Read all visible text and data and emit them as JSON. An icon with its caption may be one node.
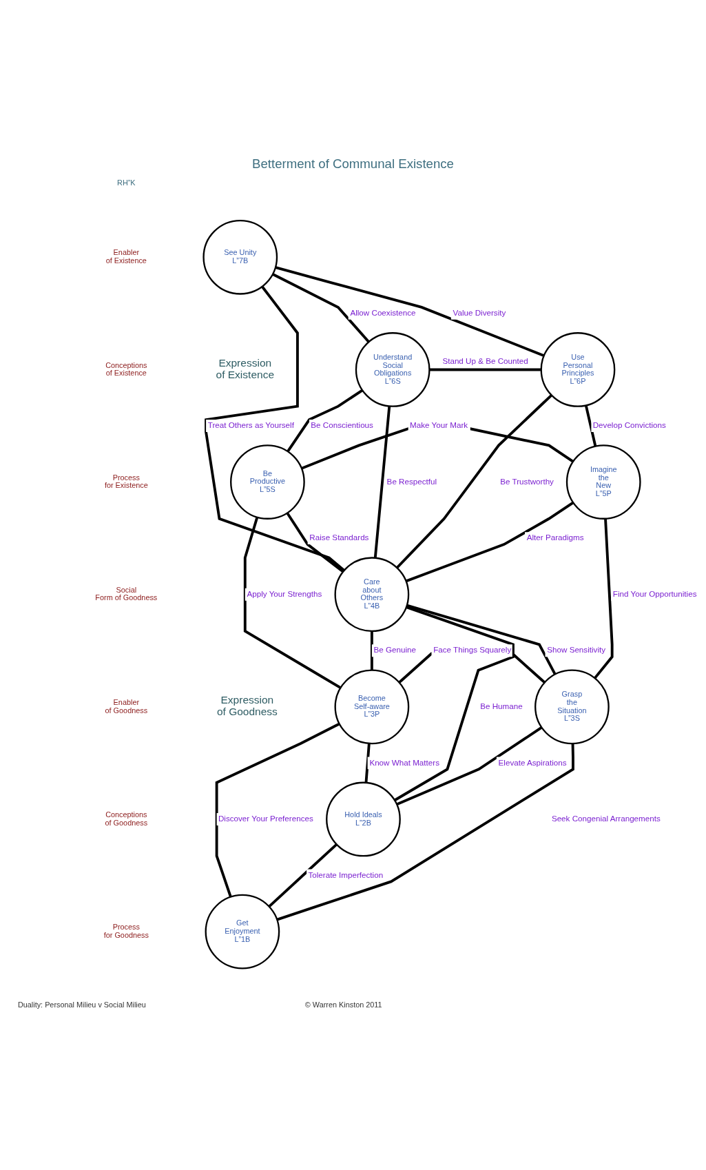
{
  "diagram": {
    "title": "Betterment of Communal Existence",
    "nodes": [
      {
        "text": [
          "See Unity",
          "L”7B"
        ]
      },
      {
        "text": [
          "Understand Social Obligations",
          "L”6S"
        ]
      },
      {
        "text": [
          "Use Personal Principles",
          "L”6P"
        ]
      },
      {
        "text": [
          "Be Productive",
          "L”5S"
        ]
      },
      {
        "text": [
          "Imagine the New",
          "L”5P"
        ]
      },
      {
        "text": [
          "Care about Others",
          "L”4B"
        ]
      },
      {
        "text": [
          "Become Self-aware",
          "L”3P"
        ]
      },
      {
        "text": [
          "Grasp the Situation",
          "L”3S"
        ]
      },
      {
        "text": [
          "Hold Ideals",
          "L”2B"
        ]
      },
      {
        "text": [
          "Get Enjoyment",
          "L”1B"
        ]
      }
    ],
    "edges": [
      {
        "from": 0,
        "to": 1,
        "arrow": "none",
        "label": "Allow Coexistence"
      },
      {
        "from": 0,
        "to": 2,
        "arrow": "none",
        "label": "Value Diversity"
      },
      {
        "from": 1,
        "to": 2,
        "arrow": "none",
        "label": "Stand Up & Be Counted"
      },
      {
        "from": 0,
        "to": 5,
        "arrow": "none",
        "label": "Treat Others as Yourself"
      },
      {
        "from": 1,
        "to": 3,
        "arrow": "none",
        "label": "Be Conscientious"
      },
      {
        "from": 1,
        "to": 5,
        "arrow": "none",
        "label": "Be Respectful"
      },
      {
        "from": 2,
        "to": 4,
        "arrow": "none",
        "label": "Develop Convictions"
      },
      {
        "from": 2,
        "to": 5,
        "arrow": "none",
        "label": "Be Trustworthy"
      },
      {
        "from": 3,
        "to": 4,
        "arrow": "none",
        "label": "Make Your Mark"
      },
      {
        "from": 3,
        "to": 5,
        "arrow": "none",
        "label": "Raise Standards"
      },
      {
        "from": 4,
        "to": 5,
        "arrow": "none",
        "label": "Alter Paradigms"
      },
      {
        "from": 3,
        "to": 6,
        "arrow": "none",
        "label": "Apply Your Strengths"
      },
      {
        "from": 4,
        "to": 7,
        "arrow": "none",
        "label": "Find Your Opportunities"
      },
      {
        "from": 5,
        "to": 6,
        "arrow": "none",
        "label": "Be Genuine"
      },
      {
        "from": 5,
        "to": 7,
        "arrow": "none",
        "label": "Show Sensitivity"
      },
      {
        "from": 5,
        "to": 8,
        "arrow": "none",
        "label": "Be Humane"
      },
      {
        "from": 6,
        "to": 7,
        "arrow": "none",
        "label": "Face Things Squarely"
      },
      {
        "from": 6,
        "to": 8,
        "arrow": "none",
        "label": "Know What Matters"
      },
      {
        "from": 7,
        "to": 8,
        "arrow": "none",
        "label": "Elevate Aspirations"
      },
      {
        "from": 6,
        "to": 9,
        "arrow": "none",
        "label": "Discover Your Preferences"
      },
      {
        "from": 7,
        "to": 9,
        "arrow": "none",
        "label": "Seek Congenial Arrangements"
      },
      {
        "from": 8,
        "to": 9,
        "arrow": "none",
        "label": "Tolerate Imperfection"
      }
    ],
    "labels": [
      "RH”K",
      "Expression of Existence",
      "Enabler of Existence",
      "Conceptions of Existence",
      "Process for Existence",
      "Expression of Goodness",
      "Social Form of Goodness",
      "Enabler of Goodness",
      "Conceptions of Goodness",
      "Process for Goodness",
      "Duality: Personal Milieu v Social Milieu",
      "© Warren Kinston 2011"
    ]
  }
}
